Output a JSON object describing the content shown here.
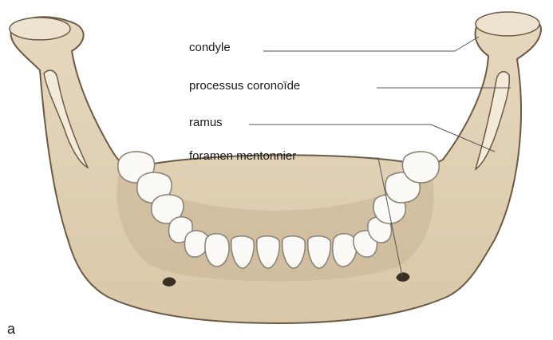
{
  "figure_letter": "a",
  "labels": [
    {
      "id": "condyle",
      "text": "condyle"
    },
    {
      "id": "coronoid",
      "text": "processus coronoïde"
    },
    {
      "id": "ramus",
      "text": "ramus"
    },
    {
      "id": "mental-foramen",
      "text": "foramen mentonnier"
    }
  ],
  "colors": {
    "bone": "#e2d3ba",
    "bone_shadow": "#c9b595",
    "bone_outline": "#6b5a45",
    "tooth": "#fbfaf6",
    "tooth_outline": "#8a8478",
    "leader_line": "#555555",
    "text": "#1a1a1a"
  }
}
